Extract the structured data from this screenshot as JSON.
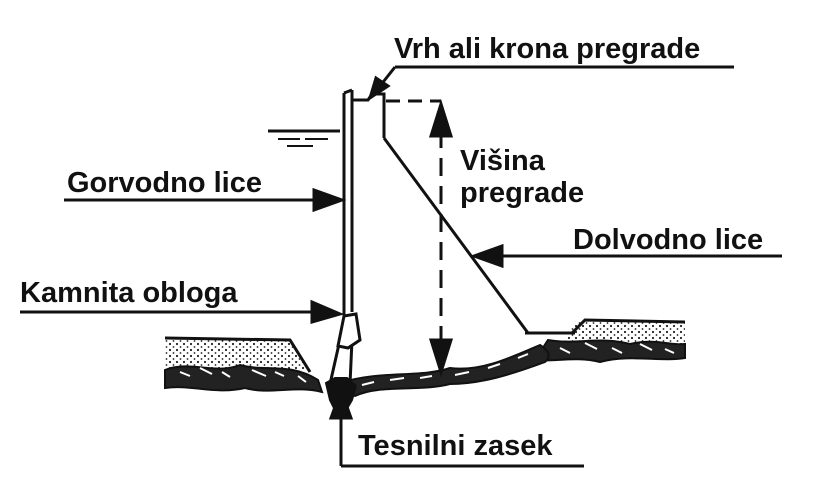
{
  "labels": {
    "crest": "Vrh ali krona pregrade",
    "height_line1": "Višina",
    "height_line2": "pregrade",
    "upstream_face": "Gorvodno lice",
    "downstream_face": "Dolvodno lice",
    "stone_facing": "Kamnita obloga",
    "cutoff_trench": "Tesnilni zasek"
  },
  "colors": {
    "ink": "#111111",
    "background": "#ffffff",
    "soil_dots": "#222222"
  }
}
